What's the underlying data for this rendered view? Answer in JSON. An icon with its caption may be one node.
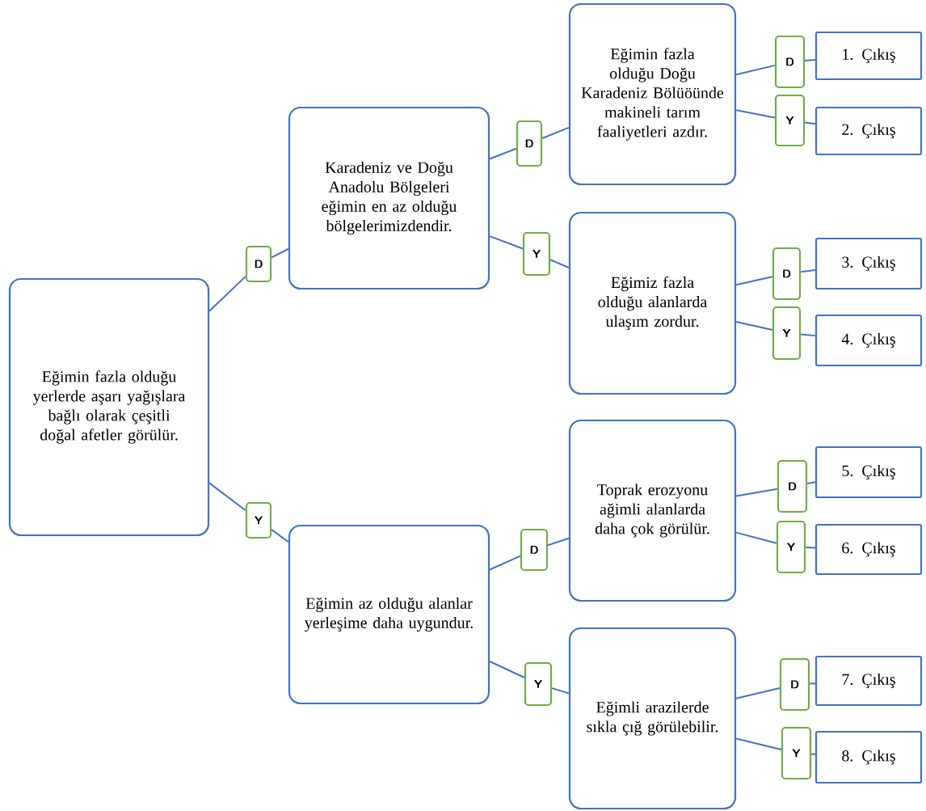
{
  "diagram": {
    "nodes": [
      {
        "text": [
          "Eğimin fazla olduğu yerlerde aşarı yağışlara bağlı olarak çeşitli doğal afetler görülür."
        ]
      },
      {
        "text": [
          "D"
        ]
      },
      {
        "text": [
          "Y"
        ]
      },
      {
        "text": [
          "Karadeniz ve Doğu Anadolu Bölgeleri eğimin en az olduğu bölgelerimizdendir."
        ]
      },
      {
        "text": [
          "Eğimin az olduğu alanlar yerleşime daha uygundur."
        ]
      },
      {
        "text": [
          "D"
        ]
      },
      {
        "text": [
          "Y"
        ]
      },
      {
        "text": [
          "D"
        ]
      },
      {
        "text": [
          "Y"
        ]
      },
      {
        "text": [
          "Eğimin fazla olduğu Doğu Karadeniz Bölüöünde makineli tarım faaliyetleri azdır."
        ]
      },
      {
        "text": [
          "Eğimiz fazla olduğu alanlarda ulaşım zordur."
        ]
      },
      {
        "text": [
          "Toprak erozyonu ağimli alanlarda daha çok görülür."
        ]
      },
      {
        "text": [
          "Eğimli arazilerde sıkla çığ görülebilir."
        ]
      },
      {
        "text": [
          "D"
        ]
      },
      {
        "text": [
          "Y"
        ]
      },
      {
        "text": [
          "D"
        ]
      },
      {
        "text": [
          "Y"
        ]
      },
      {
        "text": [
          "D"
        ]
      },
      {
        "text": [
          "Y"
        ]
      },
      {
        "text": [
          "D"
        ]
      },
      {
        "text": [
          "Y"
        ]
      },
      {
        "text": [
          "1. Çıkış"
        ]
      },
      {
        "text": [
          "2. Çıkış"
        ]
      },
      {
        "text": [
          "3. Çıkış"
        ]
      },
      {
        "text": [
          "4. Çıkış"
        ]
      },
      {
        "text": [
          "5. Çıkış"
        ]
      },
      {
        "text": [
          "6. Çıkış"
        ]
      },
      {
        "text": [
          "7. Çıkış"
        ]
      },
      {
        "text": [
          "8. Çıkış"
        ]
      }
    ],
    "edges": [
      {
        "from": 0,
        "to": 1,
        "arrow": "none"
      },
      {
        "from": 1,
        "to": 3,
        "arrow": "none"
      },
      {
        "from": 0,
        "to": 2,
        "arrow": "none"
      },
      {
        "from": 2,
        "to": 4,
        "arrow": "none"
      },
      {
        "from": 3,
        "to": 5,
        "arrow": "none"
      },
      {
        "from": 5,
        "to": 9,
        "arrow": "none"
      },
      {
        "from": 3,
        "to": 6,
        "arrow": "none"
      },
      {
        "from": 6,
        "to": 10,
        "arrow": "none"
      },
      {
        "from": 4,
        "to": 7,
        "arrow": "none"
      },
      {
        "from": 7,
        "to": 11,
        "arrow": "none"
      },
      {
        "from": 4,
        "to": 8,
        "arrow": "none"
      },
      {
        "from": 8,
        "to": 12,
        "arrow": "none"
      },
      {
        "from": 9,
        "to": 13,
        "arrow": "none"
      },
      {
        "from": 13,
        "to": 21,
        "arrow": "none"
      },
      {
        "from": 9,
        "to": 14,
        "arrow": "none"
      },
      {
        "from": 14,
        "to": 22,
        "arrow": "none"
      },
      {
        "from": 10,
        "to": 15,
        "arrow": "none"
      },
      {
        "from": 15,
        "to": 23,
        "arrow": "none"
      },
      {
        "from": 10,
        "to": 16,
        "arrow": "none"
      },
      {
        "from": 16,
        "to": 24,
        "arrow": "none"
      },
      {
        "from": 11,
        "to": 17,
        "arrow": "none"
      },
      {
        "from": 17,
        "to": 25,
        "arrow": "none"
      },
      {
        "from": 11,
        "to": 18,
        "arrow": "none"
      },
      {
        "from": 18,
        "to": 26,
        "arrow": "none"
      },
      {
        "from": 12,
        "to": 19,
        "arrow": "none"
      },
      {
        "from": 19,
        "to": 27,
        "arrow": "none"
      },
      {
        "from": 12,
        "to": 20,
        "arrow": "none"
      },
      {
        "from": 20,
        "to": 28,
        "arrow": "none"
      }
    ]
  }
}
